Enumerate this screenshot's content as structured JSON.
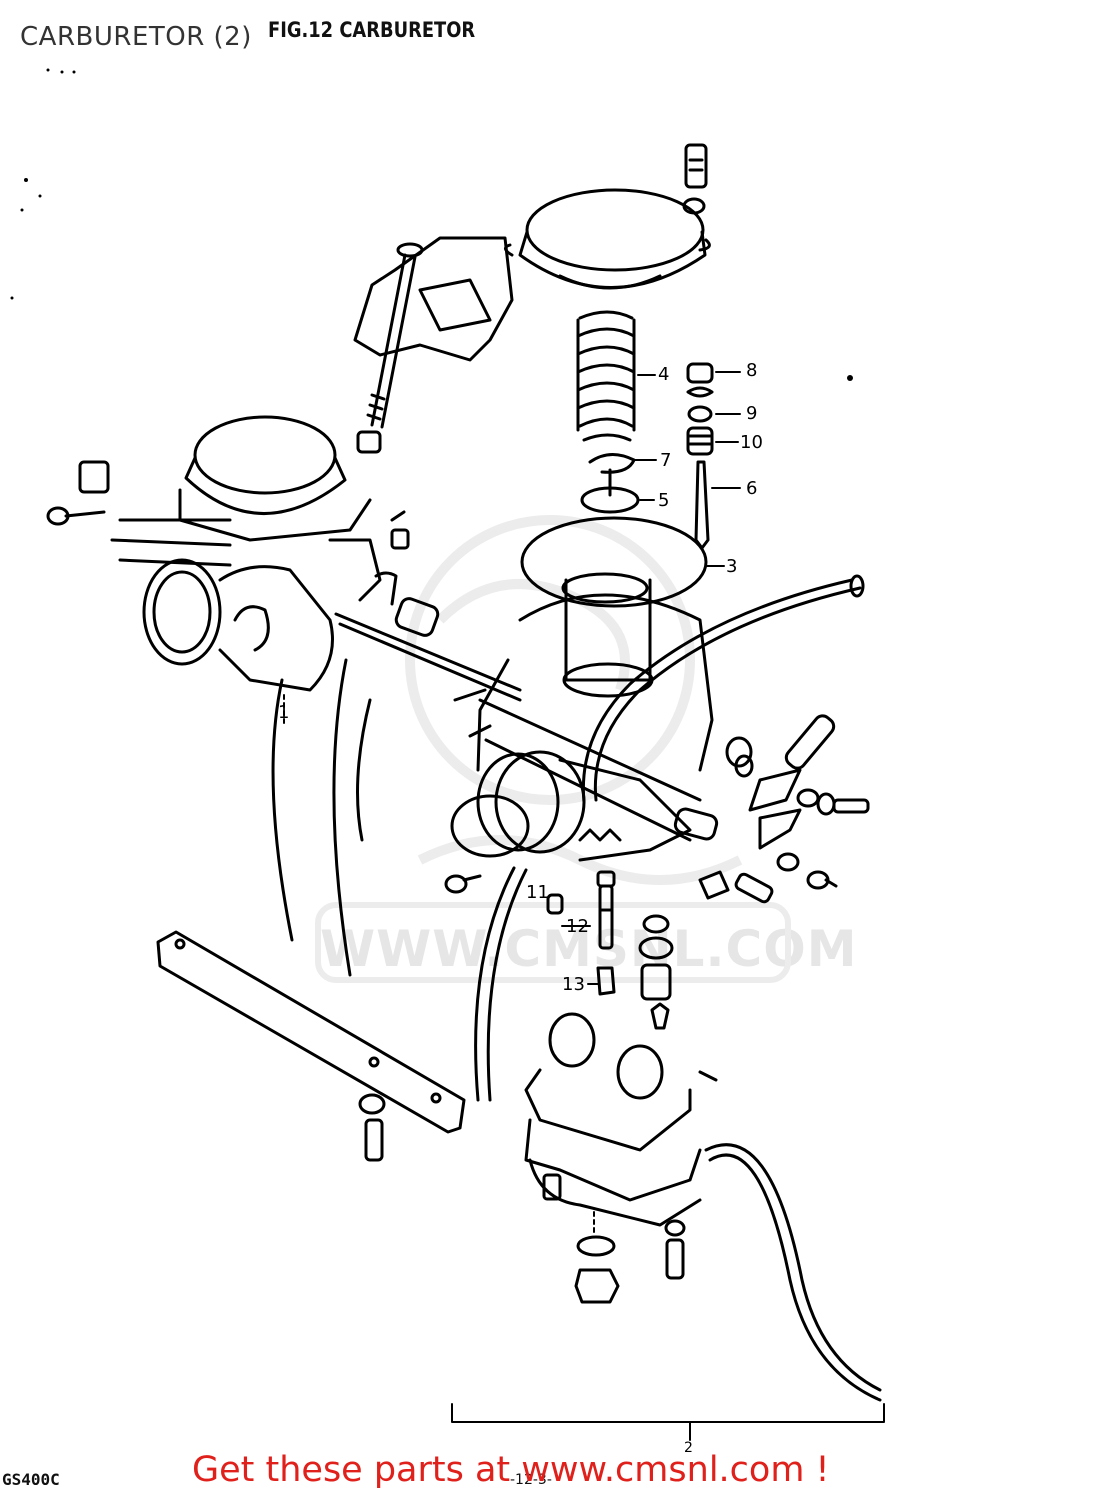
{
  "page": {
    "title": "CARBURETOR (2)",
    "fig_label": "FIG.12  CARBURETOR",
    "model": "GS400C",
    "page_number": "-12-3-",
    "promo": "Get these parts at www.cmsnl.com !",
    "watermark": "WWW.CMSNL.COM"
  },
  "callouts": [
    {
      "id": "1",
      "label": "1"
    },
    {
      "id": "2",
      "label": "2"
    },
    {
      "id": "3",
      "label": "3"
    },
    {
      "id": "4",
      "label": "4"
    },
    {
      "id": "5",
      "label": "5"
    },
    {
      "id": "6",
      "label": "6"
    },
    {
      "id": "7",
      "label": "7"
    },
    {
      "id": "8",
      "label": "8"
    },
    {
      "id": "9",
      "label": "9"
    },
    {
      "id": "10",
      "label": "10"
    },
    {
      "id": "11",
      "label": "11"
    },
    {
      "id": "12",
      "label": "12"
    },
    {
      "id": "13",
      "label": "13"
    }
  ],
  "colors": {
    "ink": "#000000",
    "promo": "#e0201b",
    "watermark": "#e6e6e6"
  }
}
